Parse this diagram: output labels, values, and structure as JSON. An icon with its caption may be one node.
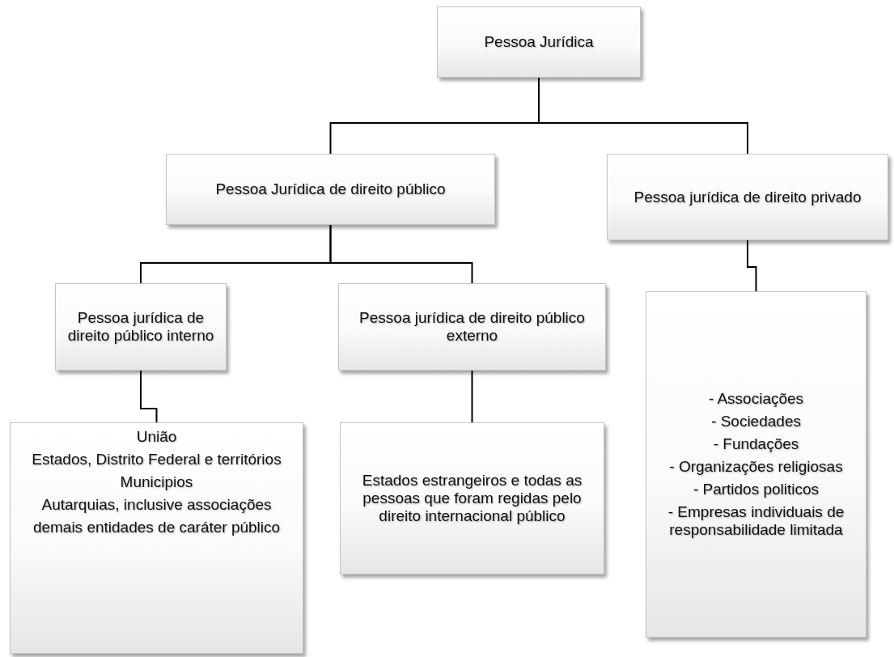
{
  "diagram": {
    "nodes": [
      {
        "text": [
          "Pessoa Jurídica"
        ]
      },
      {
        "text": [
          "Pessoa Jurídica de direito público"
        ]
      },
      {
        "text": [
          "Pessoa jurídica de direito privado"
        ]
      },
      {
        "text": [
          "Pessoa jurídica de direito público interno"
        ]
      },
      {
        "text": [
          "Pessoa jurídica de direito público externo"
        ]
      },
      {
        "text": [
          "União",
          "Estados, Distrito Federal e territórios",
          "Municipios",
          "Autarquias, inclusive associações",
          "demais entidades de caráter público"
        ]
      },
      {
        "text": [
          "Estados estrangeiros e todas as pessoas que foram regidas pelo direito internacional público"
        ]
      },
      {
        "text": [
          "- Associações",
          "- Sociedades",
          "- Fundações",
          "- Organizações religiosas",
          "- Partidos politicos",
          "- Empresas individuais de responsabilidade limitada"
        ]
      }
    ],
    "edges": [
      {
        "from": 0,
        "to": 1,
        "arrow": "none"
      },
      {
        "from": 0,
        "to": 2,
        "arrow": "none"
      },
      {
        "from": 1,
        "to": 3,
        "arrow": "none"
      },
      {
        "from": 1,
        "to": 4,
        "arrow": "none"
      },
      {
        "from": 3,
        "to": 5,
        "arrow": "none"
      },
      {
        "from": 4,
        "to": 6,
        "arrow": "none"
      },
      {
        "from": 2,
        "to": 7,
        "arrow": "none"
      }
    ]
  }
}
